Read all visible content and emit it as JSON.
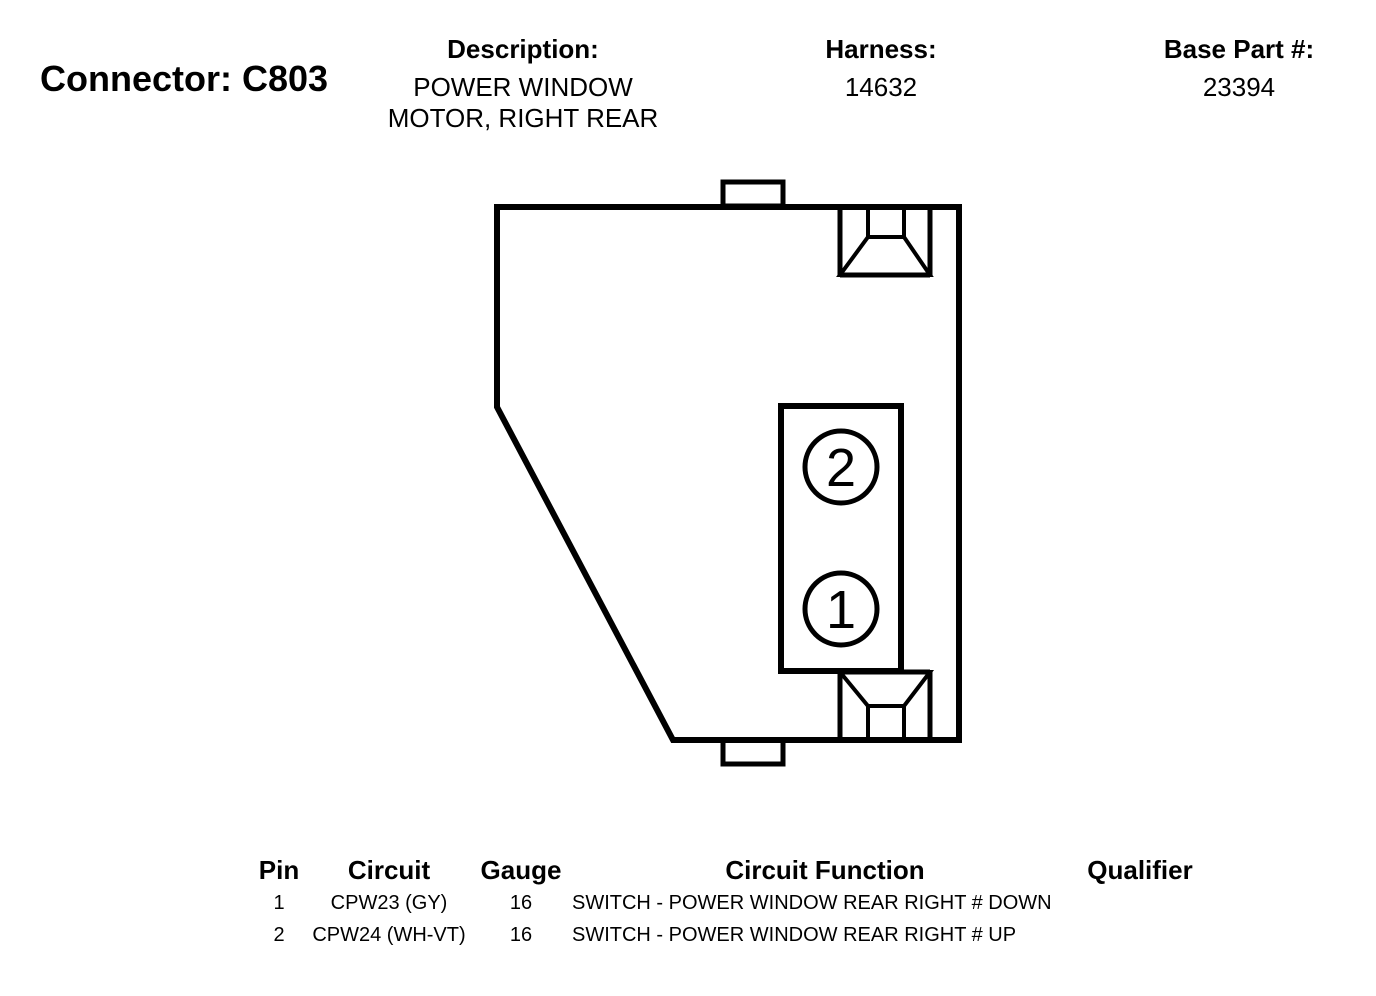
{
  "connector": {
    "title": "Connector: C803"
  },
  "header": {
    "description_label": "Description:",
    "description_line1": "POWER WINDOW",
    "description_line2": "MOTOR, RIGHT REAR",
    "harness_label": "Harness:",
    "harness_value": "14632",
    "base_part_label": "Base Part #:",
    "base_part_value": "23394"
  },
  "diagram": {
    "pin_labels": [
      "2",
      "1"
    ]
  },
  "table": {
    "headers": {
      "pin": "Pin",
      "circuit": "Circuit",
      "gauge": "Gauge",
      "function": "Circuit Function",
      "qualifier": "Qualifier"
    },
    "rows": [
      {
        "pin": "1",
        "circuit": "CPW23 (GY)",
        "gauge": "16",
        "function": "SWITCH - POWER WINDOW REAR RIGHT # DOWN",
        "qualifier": ""
      },
      {
        "pin": "2",
        "circuit": "CPW24 (WH-VT)",
        "gauge": "16",
        "function": "SWITCH - POWER WINDOW REAR RIGHT # UP",
        "qualifier": ""
      }
    ]
  }
}
